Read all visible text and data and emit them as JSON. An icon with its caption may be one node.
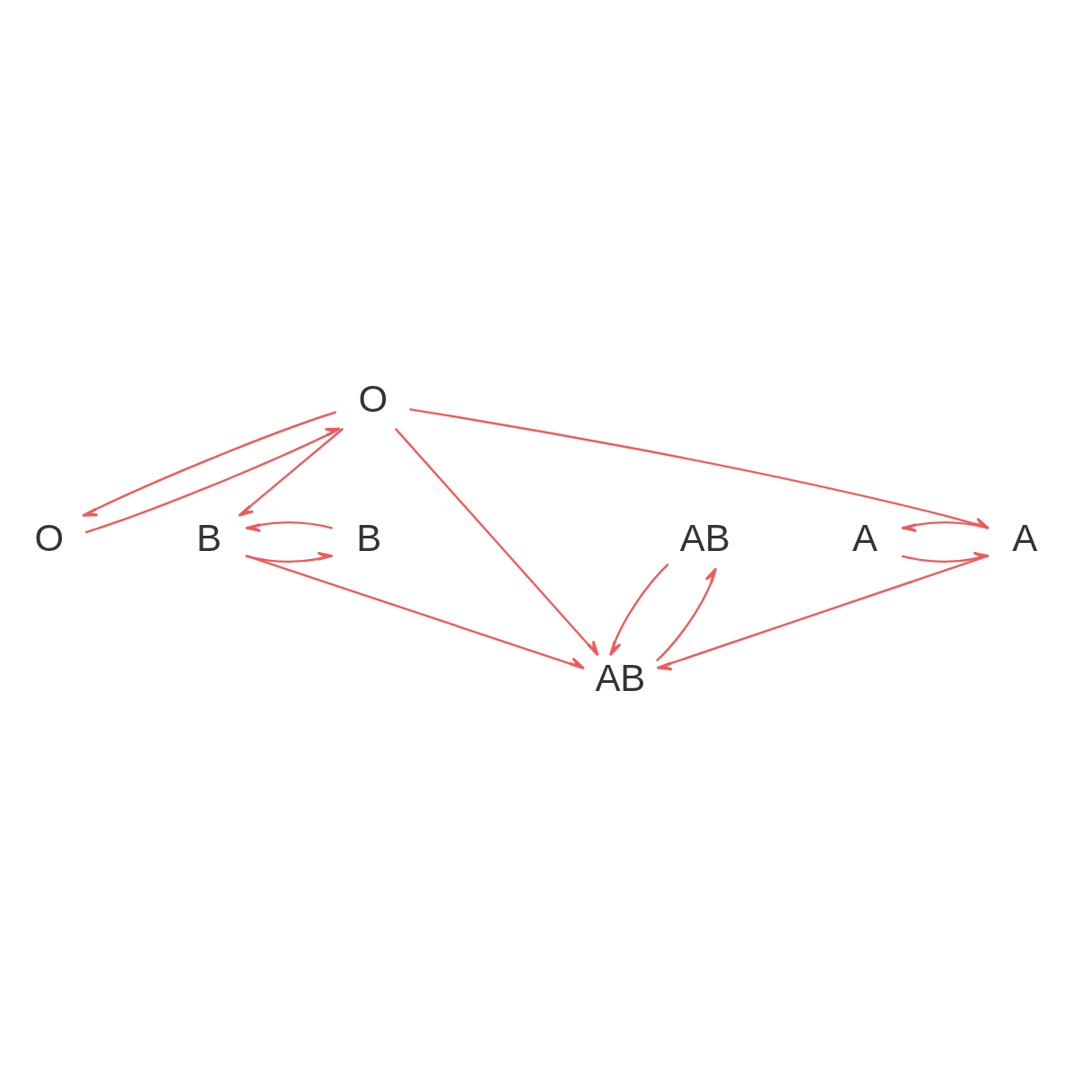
{
  "diagram": {
    "nodes": [
      {
        "text": [
          "O"
        ]
      },
      {
        "text": [
          "O"
        ]
      },
      {
        "text": [
          "A"
        ]
      },
      {
        "text": [
          "A"
        ]
      },
      {
        "text": [
          "B"
        ]
      },
      {
        "text": [
          "B"
        ]
      },
      {
        "text": [
          "AB"
        ]
      },
      {
        "text": [
          "AB"
        ]
      }
    ],
    "edges": [
      {
        "from": 1,
        "to": 0,
        "arrow": "to"
      },
      {
        "from": 0,
        "to": 1,
        "arrow": "to"
      },
      {
        "from": 2,
        "to": 3,
        "arrow": "to"
      },
      {
        "from": 3,
        "to": 2,
        "arrow": "to"
      },
      {
        "from": 1,
        "to": 3,
        "arrow": "to"
      },
      {
        "from": 1,
        "to": 6,
        "arrow": "to"
      },
      {
        "from": 1,
        "to": 4,
        "arrow": "to"
      },
      {
        "from": 4,
        "to": 5,
        "arrow": "to"
      },
      {
        "from": 5,
        "to": 4,
        "arrow": "to"
      },
      {
        "from": 3,
        "to": 6,
        "arrow": "to"
      },
      {
        "from": 4,
        "to": 6,
        "arrow": "to"
      },
      {
        "from": 7,
        "to": 6,
        "arrow": "to"
      },
      {
        "from": 6,
        "to": 7,
        "arrow": "to"
      }
    ]
  }
}
